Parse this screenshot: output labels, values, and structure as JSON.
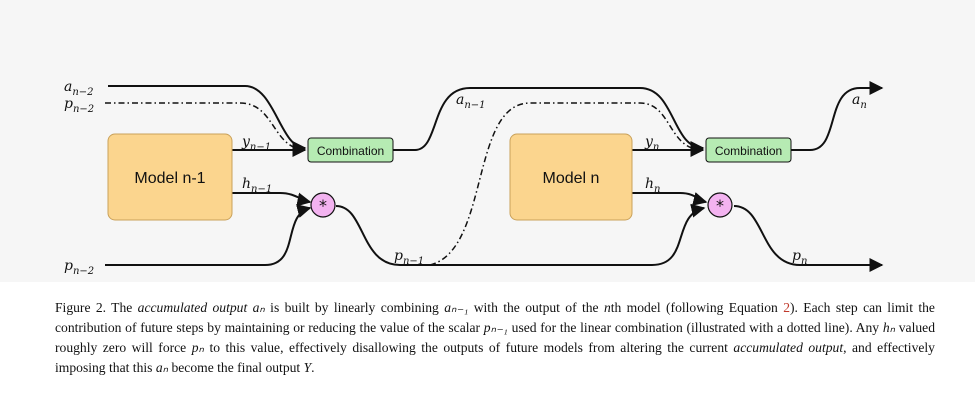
{
  "diagram": {
    "boxes": {
      "model_prev": "Model n-1",
      "model_curr": "Model n",
      "combination_1": "Combination",
      "combination_2": "Combination",
      "op_1": "*",
      "op_2": "*"
    },
    "labels": {
      "a_n2": {
        "base": "a",
        "sub": "n−2"
      },
      "p_n2_top": {
        "base": "p",
        "sub": "n−2"
      },
      "p_n2_bottom": {
        "base": "p",
        "sub": "n−2"
      },
      "y_n1": {
        "base": "y",
        "sub": "n−1"
      },
      "h_n1": {
        "base": "h",
        "sub": "n−1"
      },
      "a_n1": {
        "base": "a",
        "sub": "n−1"
      },
      "p_n1": {
        "base": "p",
        "sub": "n−1"
      },
      "y_n": {
        "base": "y",
        "sub": "n"
      },
      "h_n": {
        "base": "h",
        "sub": "n"
      },
      "a_n": {
        "base": "a",
        "sub": "n"
      },
      "p_n": {
        "base": "p",
        "sub": "n"
      }
    }
  },
  "caption": {
    "figure_label": "Figure 2.",
    "s1": "The",
    "s1_em": "accumulated output",
    "s2": "is built by linearly combining",
    "s3": "with the output of the",
    "s3b": "th model (following Equation",
    "eq_ref": "2",
    "s4": "). Each step can limit the contribution of future steps by maintaining or reducing the value of the scalar",
    "s5": "used for the linear combination (illustrated with a dotted line). Any",
    "s6": "valued roughly zero will force",
    "s7": "to this value, effectively disallowing the outputs of future models from altering the current",
    "s7_em": "accumulated output",
    "s8": ", and effectively imposing that this",
    "s9": "become the final output",
    "s10": ".",
    "m_an": "aₙ",
    "m_an1": "aₙ₋₁",
    "m_n": "n",
    "m_pn1": "pₙ₋₁",
    "m_hn": "hₙ",
    "m_pn": "pₙ",
    "m_Y": "Y"
  }
}
